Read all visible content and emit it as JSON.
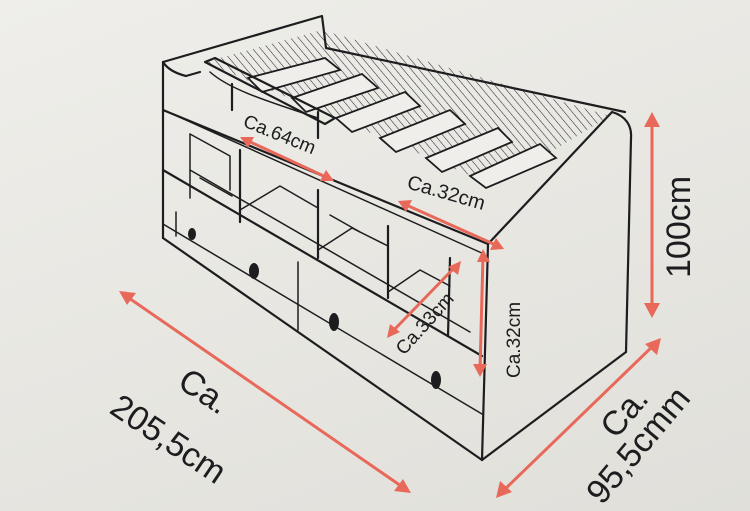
{
  "drawing": {
    "subject": "loft-bed-sketch",
    "colors": {
      "ink": "#1d1d1f",
      "arrow": "#e8685a",
      "paper": "#e9e8e3"
    }
  },
  "dimensions": {
    "inner_width": "Ca.64cm",
    "inner_height": "Ca.32cm",
    "cubby_depth": "Ca.33cm",
    "cubby_height": "Ca.32cm",
    "total_height": "100cm",
    "length_line1": "Ca.",
    "length_line2": "205,5cm",
    "depth_line1": "Ca.",
    "depth_line2": "95,5cmm"
  }
}
